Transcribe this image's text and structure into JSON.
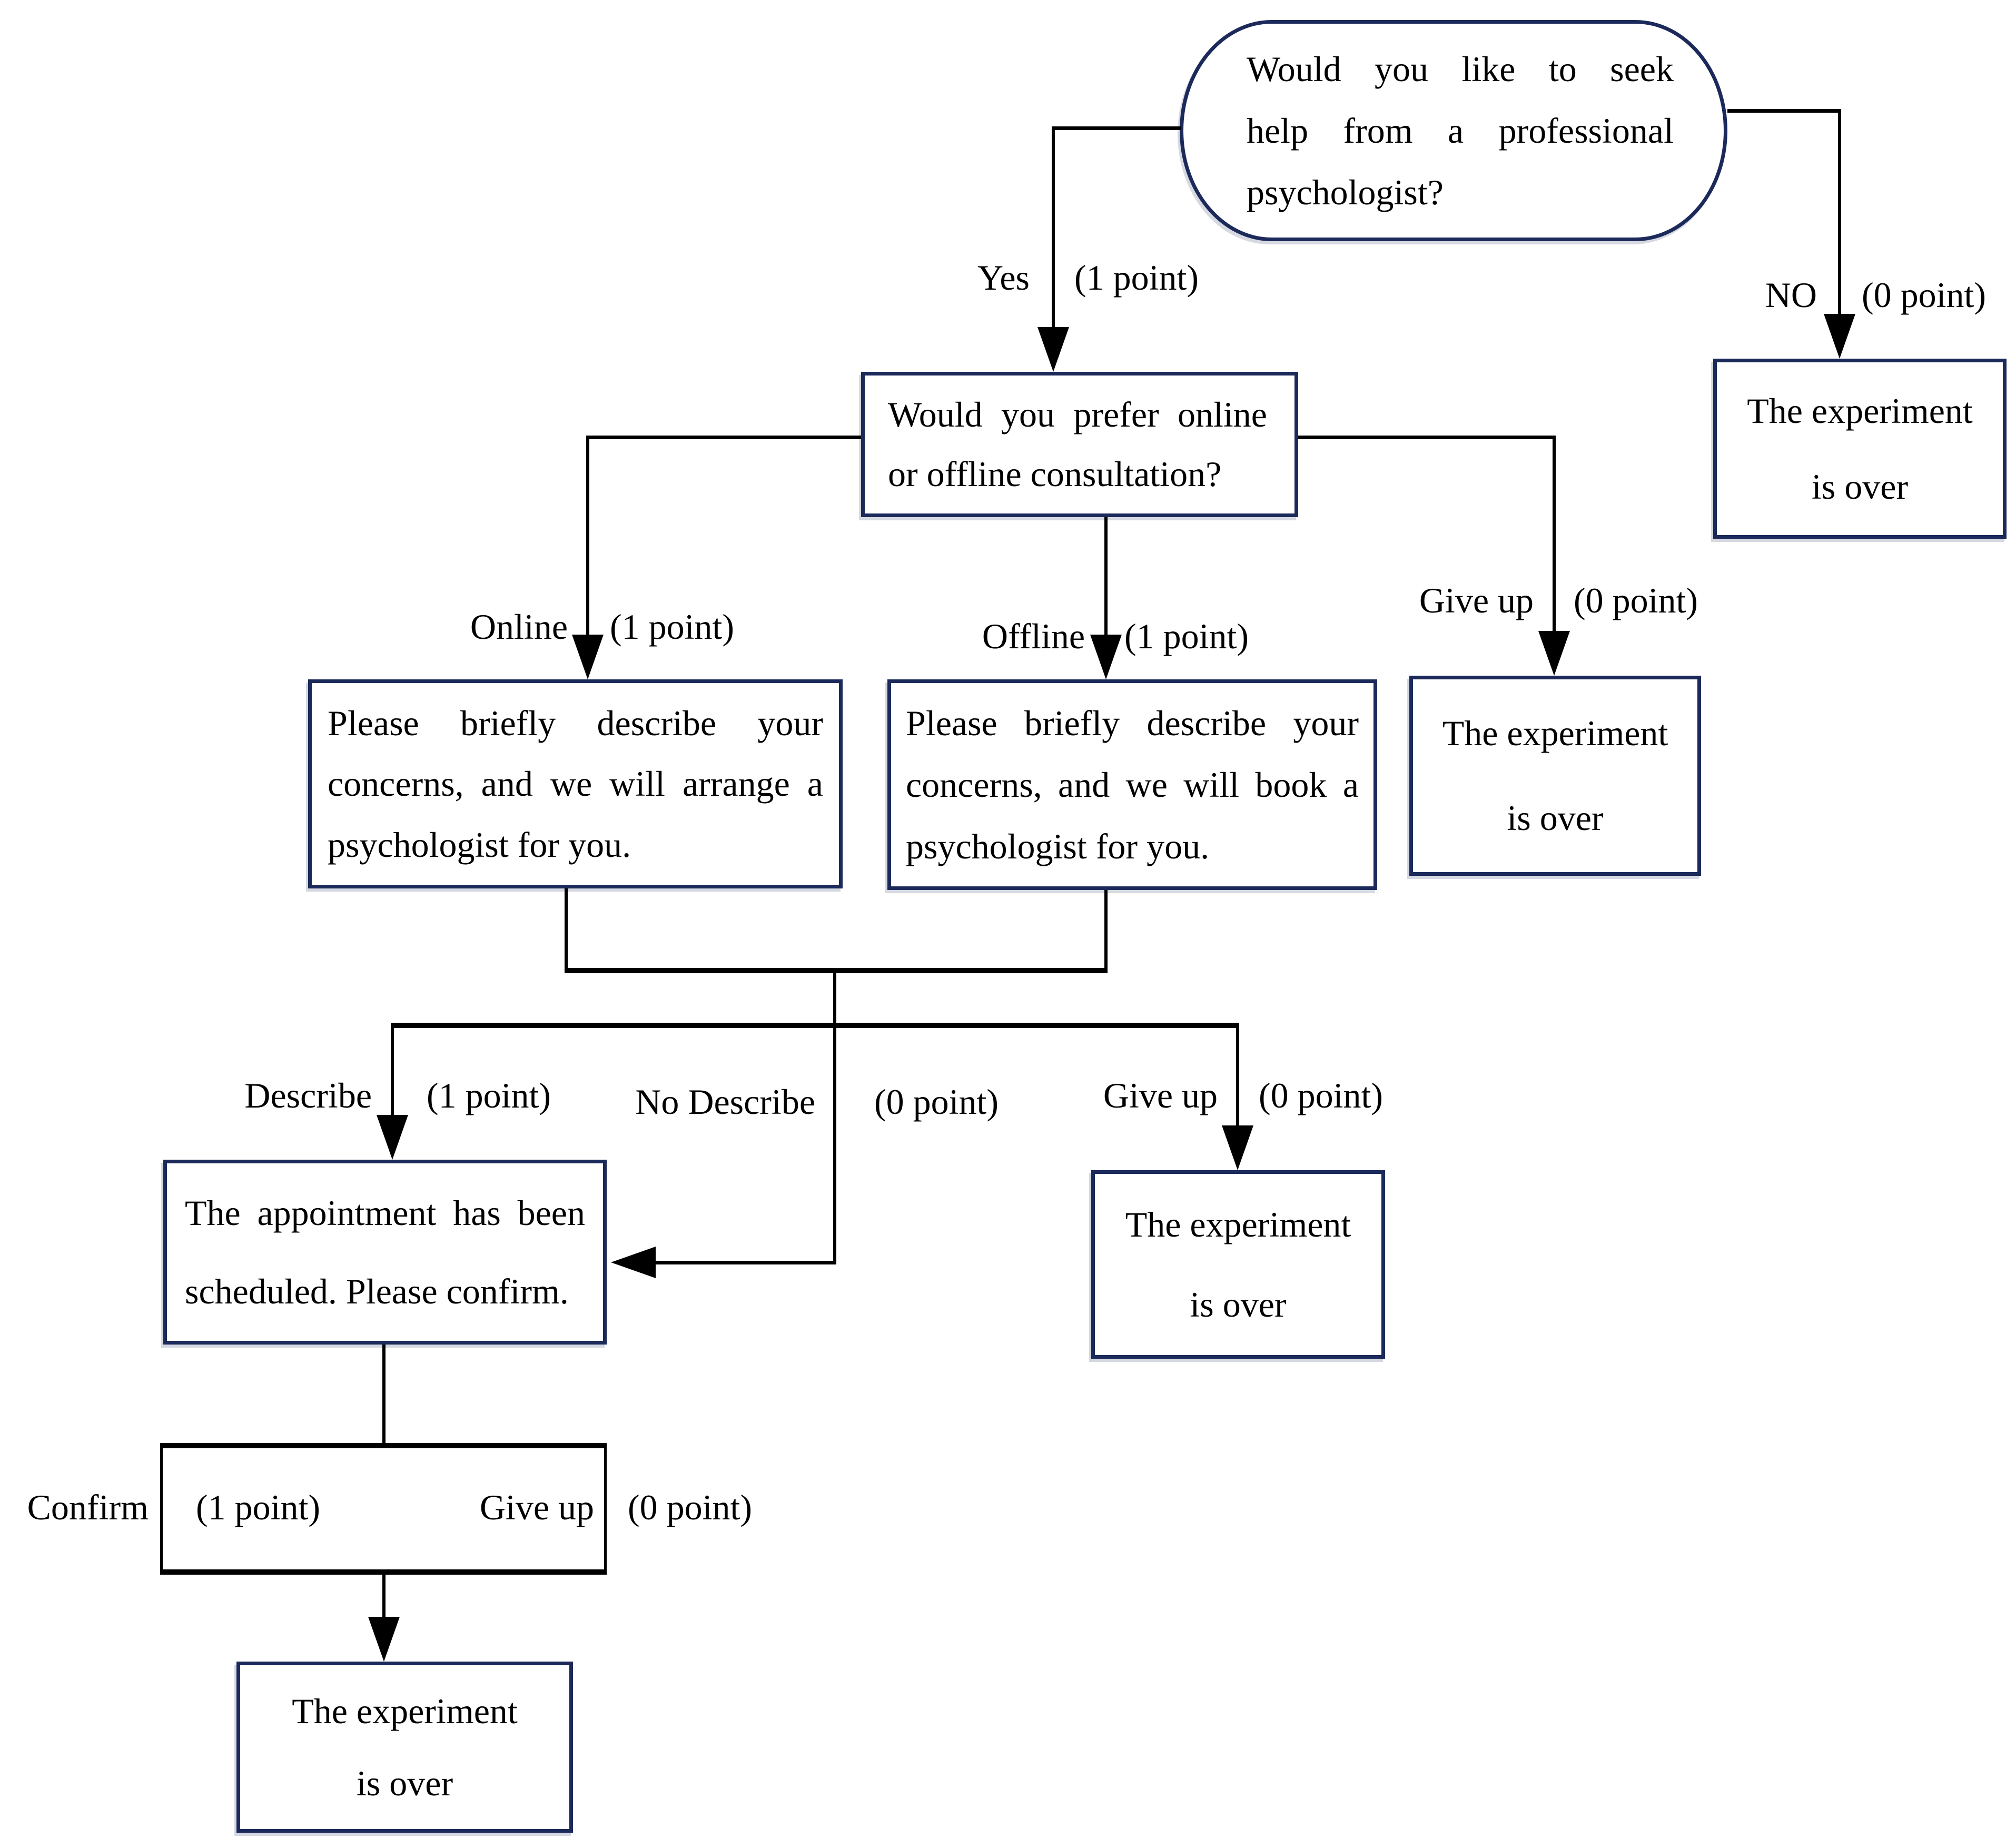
{
  "palette": {
    "node_border": "#1b2a5a",
    "connector": "#000000",
    "background": "#ffffff",
    "text": "#000000"
  },
  "nodes": {
    "start": {
      "lines": [
        "Would you like to seek",
        "help from a professional",
        "psychologist?"
      ]
    },
    "consult": {
      "lines": [
        "Would you prefer online",
        "or offline consultation?"
      ]
    },
    "desc_online": {
      "lines": [
        "Please briefly describe your",
        "concerns, and we will arrange a",
        "psychologist for you."
      ]
    },
    "desc_offline": {
      "lines": [
        "Please briefly describe your",
        "concerns, and we will book a",
        "psychologist for you."
      ]
    },
    "appointment": {
      "lines": [
        "The appointment has been",
        "scheduled. Please confirm."
      ]
    },
    "exp_no": {
      "lines": [
        "The experiment",
        "is over"
      ]
    },
    "exp_giveup1": {
      "lines": [
        "The experiment",
        "is over"
      ]
    },
    "exp_giveup2": {
      "lines": [
        "The experiment",
        "is over"
      ]
    },
    "exp_final": {
      "lines": [
        "The experiment",
        "is over"
      ]
    }
  },
  "labels": {
    "yes": {
      "text": "Yes",
      "points": "(1 point)"
    },
    "no": {
      "text": "NO",
      "points": "(0 point)"
    },
    "online": {
      "text": "Online",
      "points": "(1 point)"
    },
    "offline": {
      "text": "Offline",
      "points": "(1 point)"
    },
    "giveup1": {
      "text": "Give up",
      "points": "(0 point)"
    },
    "describe": {
      "text": "Describe",
      "points": "(1 point)"
    },
    "no_describe": {
      "text": "No Describe",
      "points": "(0 point)"
    },
    "giveup2": {
      "text": "Give up",
      "points": "(0 point)"
    },
    "confirm": {
      "text": "Confirm",
      "points": "(1 point)"
    },
    "giveup3": {
      "text": "Give up",
      "points": "(0 point)"
    }
  }
}
